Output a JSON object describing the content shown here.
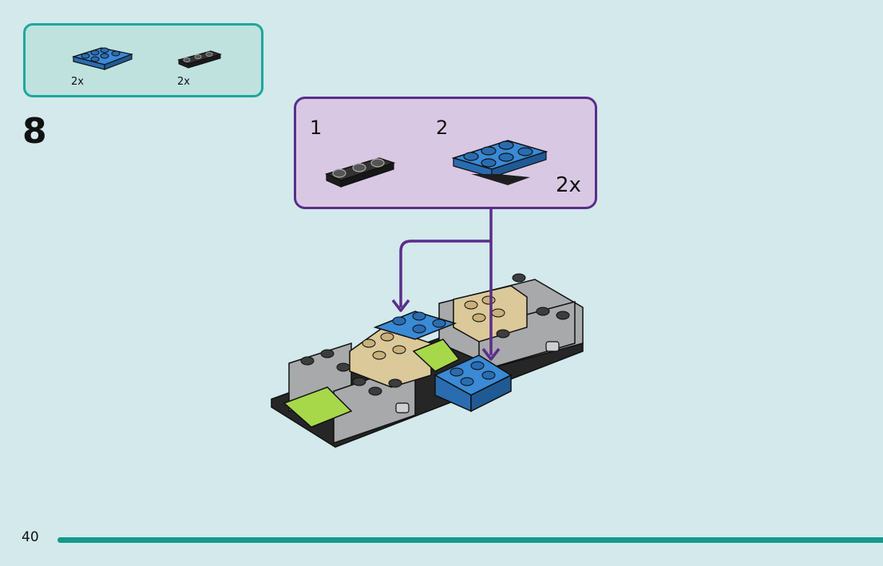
{
  "parts_list": {
    "items": [
      {
        "part": "blue-plate-2x3",
        "qty": "2x",
        "color": "#3a8ad6"
      },
      {
        "part": "black-plate-1x3-rounded",
        "qty": "2x",
        "color": "#2b2b2b"
      }
    ]
  },
  "step": {
    "number": "8"
  },
  "sub_steps": {
    "items": [
      {
        "label": "1",
        "part": "black-plate-1x3-rounded"
      },
      {
        "label": "2",
        "part": "blue-plate-2x3"
      }
    ],
    "qty": "2x"
  },
  "colors": {
    "page_bg": "#d3e9ec",
    "parts_box_border": "#1ea79a",
    "parts_box_bg": "#bfe2df",
    "callout_border": "#5a2d8a",
    "callout_bg": "#d9c8e3",
    "arrow": "#5a2d8a",
    "blue_brick": "#3a8ad6",
    "gray_brick": "#a7a9ab",
    "tan_brick": "#dcc99a",
    "lime_brick": "#a7d84a",
    "black_brick": "#262626"
  },
  "footer": {
    "page_number": "40"
  }
}
